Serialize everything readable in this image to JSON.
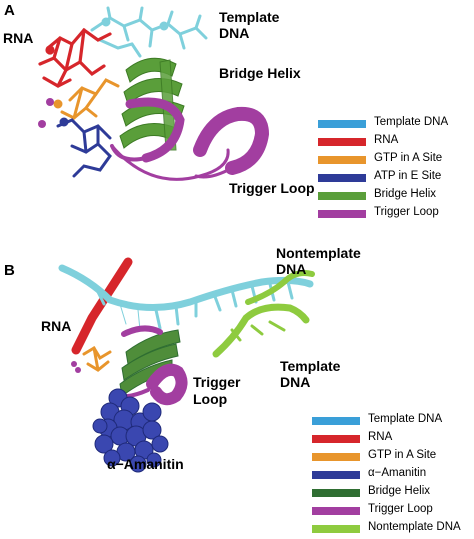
{
  "panel_a": {
    "letter": "A",
    "labels": {
      "rna": "RNA",
      "template_dna_line1": "Template",
      "template_dna_line2": "DNA",
      "bridge_helix": "Bridge Helix",
      "trigger_loop": "Trigger Loop"
    },
    "legend": [
      {
        "label": "Template DNA",
        "color": "#3a9fd8"
      },
      {
        "label": "RNA",
        "color": "#d6262b"
      },
      {
        "label": "GTP in A Site",
        "color": "#e8952c"
      },
      {
        "label": "ATP in E Site",
        "color": "#2e3b98"
      },
      {
        "label": "Bridge Helix",
        "color": "#5a9e3a"
      },
      {
        "label": "Trigger Loop",
        "color": "#a23ea0"
      }
    ]
  },
  "panel_b": {
    "letter": "B",
    "labels": {
      "nontemplate_dna_line1": "Nontemplate",
      "nontemplate_dna_line2": "DNA",
      "rna": "RNA",
      "trigger_loop_line1": "Trigger",
      "trigger_loop_line2": "Loop",
      "template_dna_line1": "Template",
      "template_dna_line2": "DNA",
      "alpha_amanitin": "α−Amanitin"
    },
    "legend": [
      {
        "label": "Template DNA",
        "color": "#3a9fd8"
      },
      {
        "label": "RNA",
        "color": "#d6262b"
      },
      {
        "label": "GTP in A Site",
        "color": "#e8952c"
      },
      {
        "label": "α−Amanitin",
        "color": "#2e3b98"
      },
      {
        "label": "Bridge Helix",
        "color": "#2f6e32"
      },
      {
        "label": "Trigger Loop",
        "color": "#a23ea0"
      },
      {
        "label": "Nontemplate DNA",
        "color": "#8ecb3f"
      }
    ]
  }
}
